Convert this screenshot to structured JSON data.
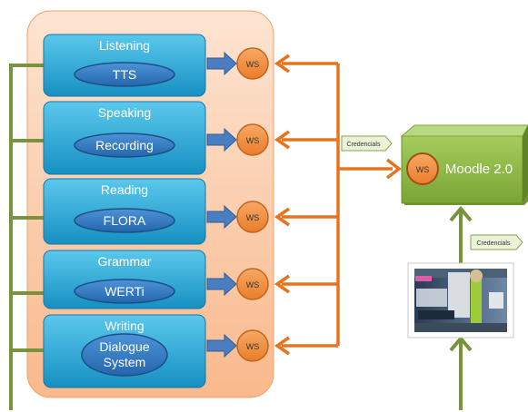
{
  "modules": [
    {
      "title": "Listening",
      "tool_lines": [
        "TTS"
      ],
      "ws": "WS"
    },
    {
      "title": "Speaking",
      "tool_lines": [
        "Recording"
      ],
      "ws": "WS"
    },
    {
      "title": "Reading",
      "tool_lines": [
        "FLORA"
      ],
      "ws": "WS"
    },
    {
      "title": "Grammar",
      "tool_lines": [
        "WERTi"
      ],
      "ws": "WS"
    },
    {
      "title": "Writing",
      "tool_lines": [
        "Dialogue",
        "System"
      ],
      "ws": "WS"
    }
  ],
  "credentials_label_left": "Credencials",
  "credentials_label_right": "Credencials",
  "moodle": {
    "ws": "WS",
    "title": "Moodle 2.0"
  },
  "icon": "vr-classroom-screenshot-thumbnail",
  "colors": {
    "module_box": "#1ea7d6",
    "tool_oval": "#2f78be",
    "arrow_blue": "#4a7ec0",
    "ws_circle": "#f08a3c",
    "orange_line": "#e8731e",
    "green_line": "#77933c",
    "moodle_box": "#8cb441",
    "panel": "#fbc9a6"
  }
}
